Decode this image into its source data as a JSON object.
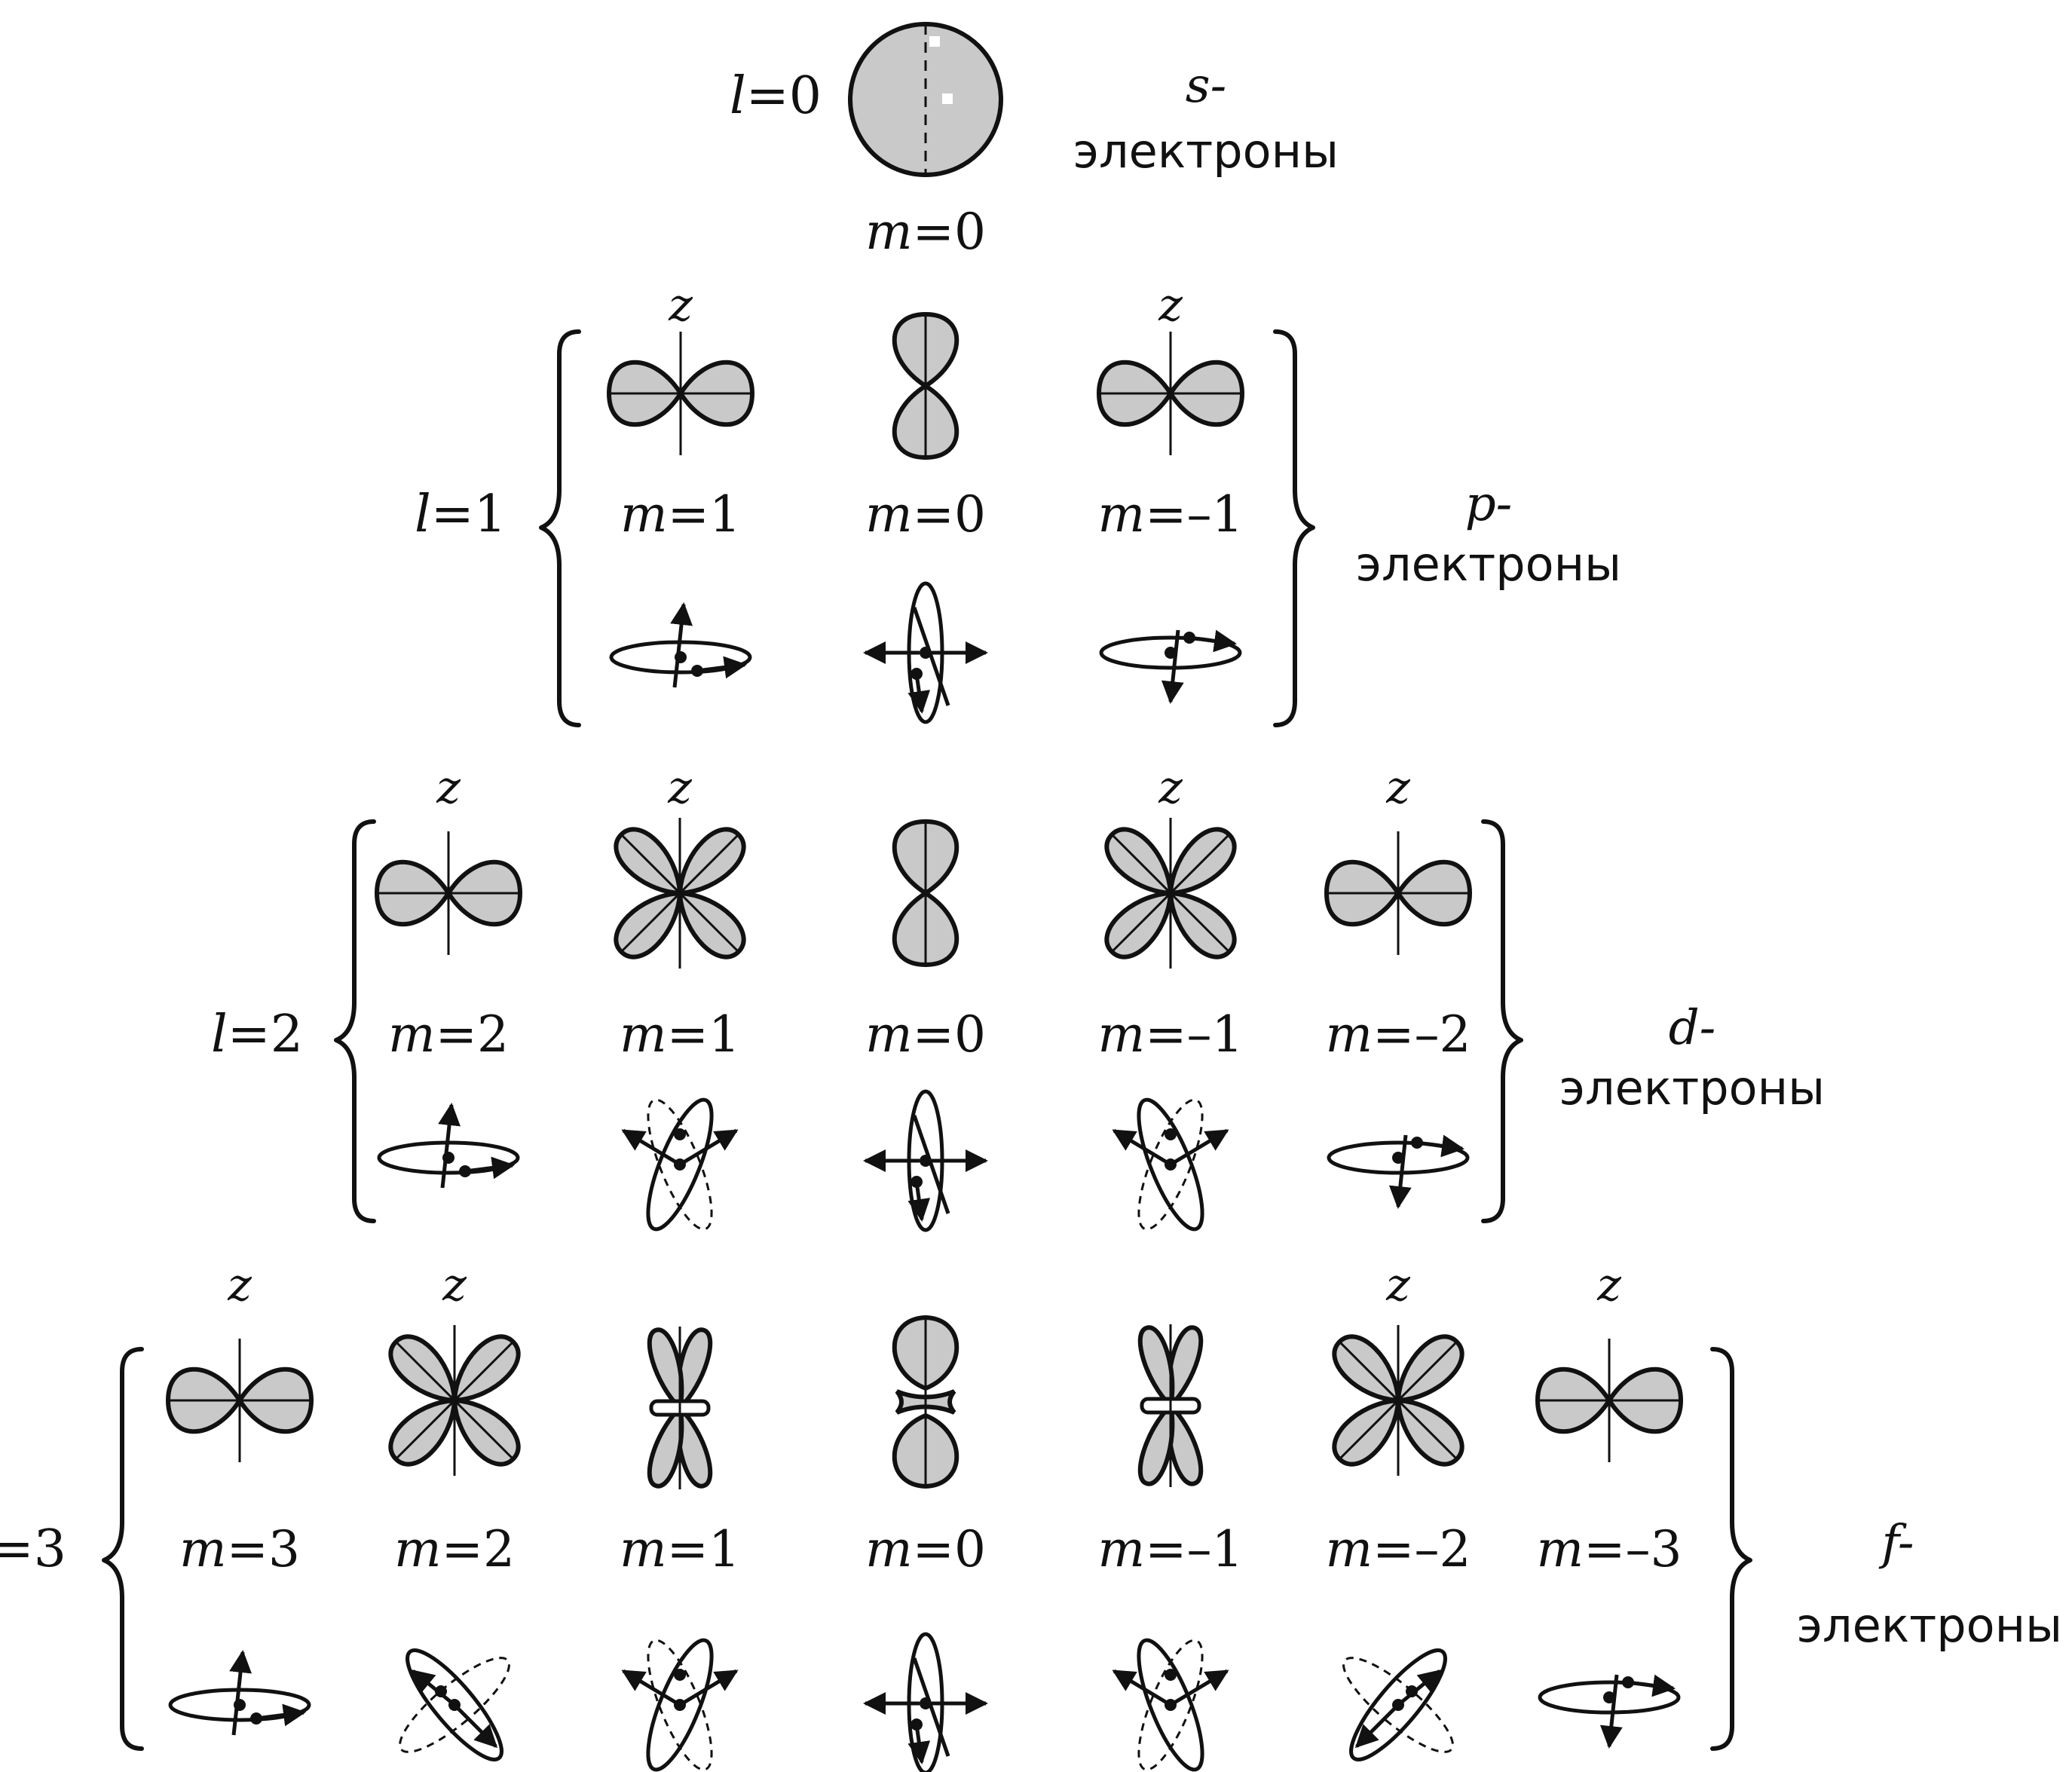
{
  "colors": {
    "ink": "#111111",
    "shade": "#c9c9c9",
    "background": "#ffffff"
  },
  "groups": [
    {
      "id": "s",
      "l_label": "l=0",
      "l_prefix": "l",
      "l_value": "=0",
      "letter": "s-",
      "electrons_label": "электроны",
      "states": [
        {
          "m_label": "m=0",
          "z_label": "",
          "shape": "sphere",
          "orbit": "none",
          "tilt": 0
        }
      ]
    },
    {
      "id": "p",
      "l_prefix": "l",
      "l_value": "=1",
      "letter": "p-",
      "electrons_label": "электроны",
      "states": [
        {
          "m_label": "m=1",
          "z_label": "z",
          "shape": "horizontal-dumbbell",
          "orbit": "flat",
          "tilt": 0
        },
        {
          "m_label": "m=0",
          "z_label": "",
          "shape": "vertical-dumbbell",
          "orbit": "upright",
          "tilt": 0
        },
        {
          "m_label": "m=–1",
          "z_label": "z",
          "shape": "horizontal-dumbbell",
          "orbit": "flat-down",
          "tilt": 0
        }
      ]
    },
    {
      "id": "d",
      "l_prefix": "l",
      "l_value": "=2",
      "letter": "d-",
      "electrons_label": "электроны",
      "states": [
        {
          "m_label": "m=2",
          "z_label": "z",
          "shape": "horizontal-dumbbell",
          "orbit": "flat",
          "tilt": 0
        },
        {
          "m_label": "m=1",
          "z_label": "z",
          "shape": "clover",
          "orbit": "tilted",
          "tilt": -25
        },
        {
          "m_label": "m=0",
          "z_label": "",
          "shape": "vertical-dumbbell",
          "orbit": "upright",
          "tilt": 0
        },
        {
          "m_label": "m=–1",
          "z_label": "z",
          "shape": "clover",
          "orbit": "tilted",
          "tilt": 25
        },
        {
          "m_label": "m=–2",
          "z_label": "z",
          "shape": "horizontal-dumbbell",
          "orbit": "flat-down",
          "tilt": 0
        }
      ]
    },
    {
      "id": "f",
      "l_prefix": "",
      "l_value": "=3",
      "letter": "f-",
      "electrons_label": "электроны",
      "states": [
        {
          "m_label": "m=3",
          "z_label": "z",
          "shape": "horizontal-dumbbell",
          "orbit": "flat",
          "tilt": 0
        },
        {
          "m_label": "m=2",
          "z_label": "z",
          "shape": "clover",
          "orbit": "diagonal",
          "tilt": -45
        },
        {
          "m_label": "m=1",
          "z_label": "",
          "shape": "narrow-clover",
          "orbit": "tilted",
          "tilt": -25
        },
        {
          "m_label": "m=0",
          "z_label": "",
          "shape": "vertical-dumbbell-ring",
          "orbit": "upright",
          "tilt": 0
        },
        {
          "m_label": "m=–1",
          "z_label": "",
          "shape": "narrow-clover",
          "orbit": "tilted",
          "tilt": 25
        },
        {
          "m_label": "m=–2",
          "z_label": "z",
          "shape": "clover",
          "orbit": "diagonal",
          "tilt": 45
        },
        {
          "m_label": "m=–3",
          "z_label": "z",
          "shape": "horizontal-dumbbell",
          "orbit": "flat-down",
          "tilt": 0
        }
      ]
    }
  ]
}
